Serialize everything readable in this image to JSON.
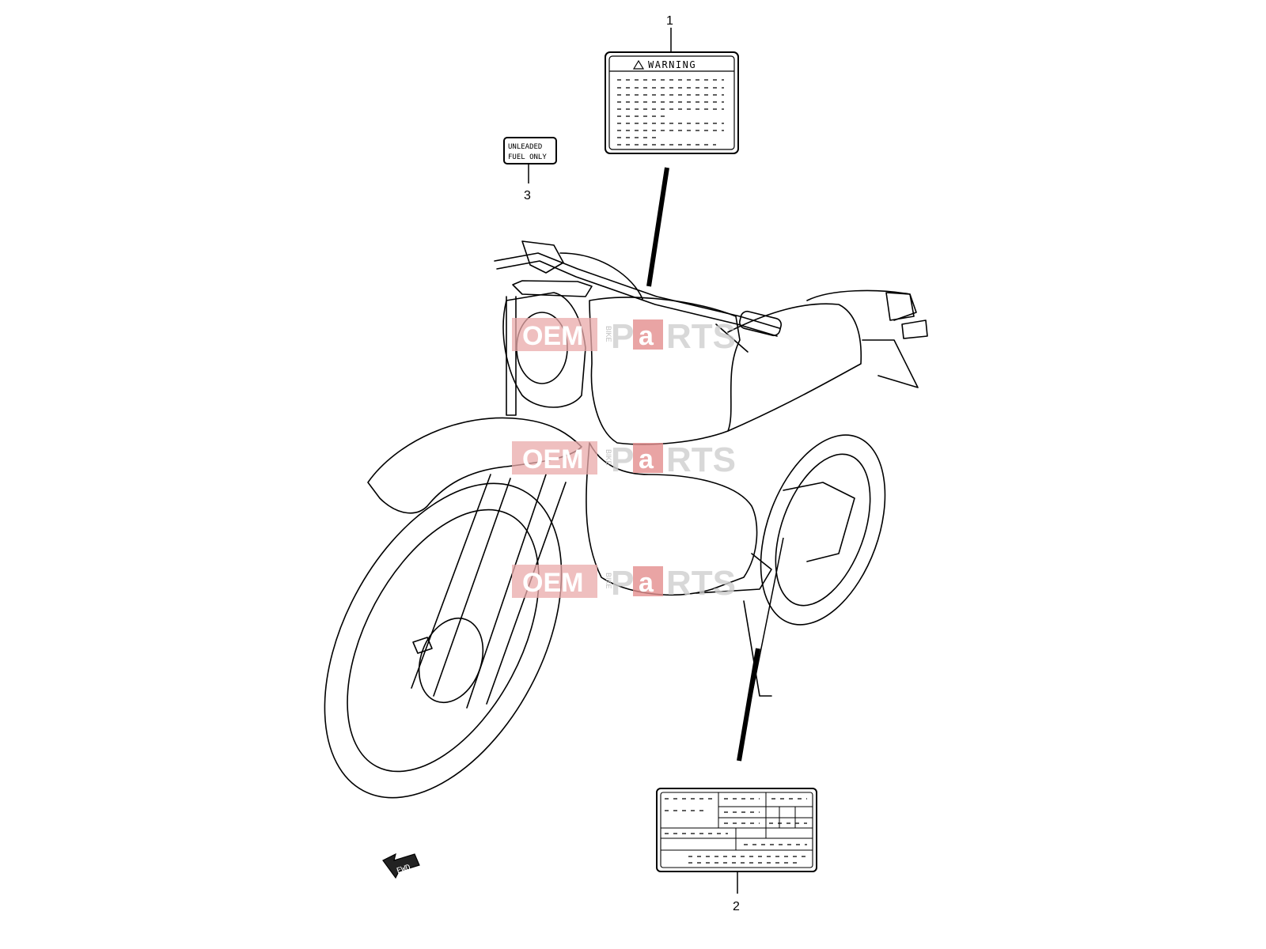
{
  "callouts": [
    {
      "number": "1",
      "part": "warning-label"
    },
    {
      "number": "2",
      "part": "information-label"
    },
    {
      "number": "3",
      "part": "fuel-label"
    }
  ],
  "labels": {
    "warning_title": "WARNING",
    "fuel_line1": "UNLEADED",
    "fuel_line2": "FUEL ONLY",
    "fwd": "FWD"
  },
  "watermark": {
    "left": "OEM",
    "middle": "BIKE",
    "right_a": "P",
    "right_b": "a",
    "right_c": "RTS"
  },
  "colors": {
    "line": "#000000",
    "background": "#ffffff",
    "watermark_red": "#e38d8d",
    "watermark_grey": "#cfcfcf"
  }
}
